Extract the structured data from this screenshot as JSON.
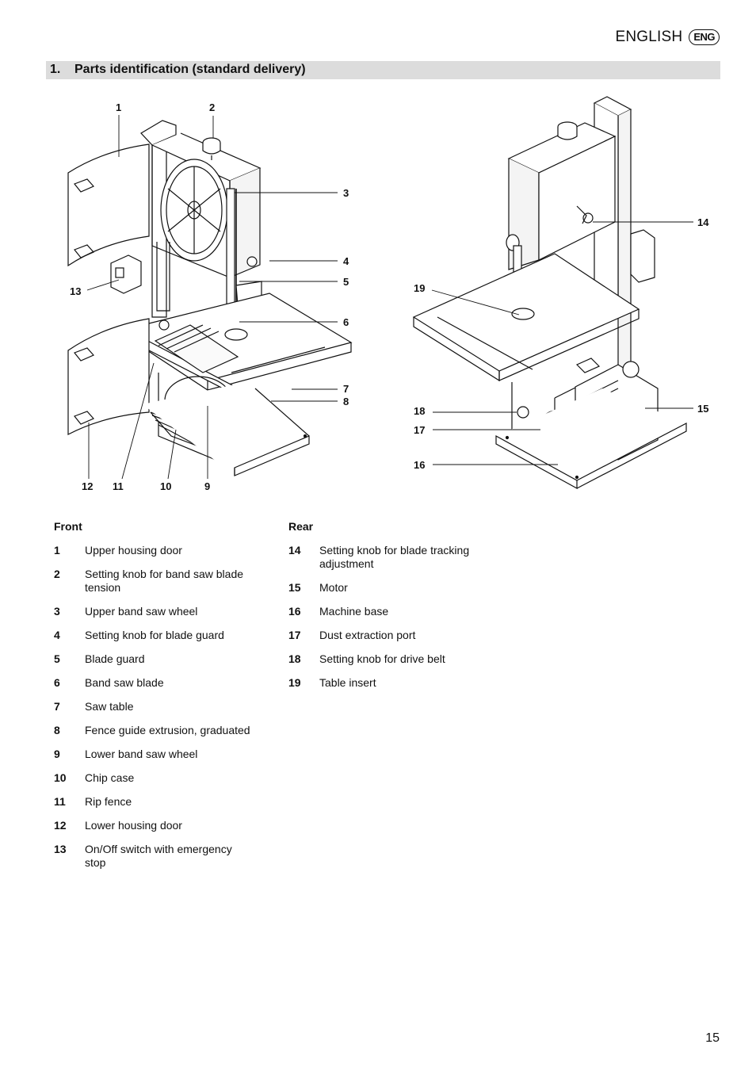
{
  "header": {
    "language": "ENGLISH",
    "badge": "ENG"
  },
  "section": {
    "number": "1.",
    "title": "Parts identification (standard delivery)"
  },
  "figure": {
    "front_callouts": [
      "1",
      "2",
      "3",
      "4",
      "5",
      "6",
      "7",
      "8",
      "9",
      "10",
      "11",
      "12",
      "13"
    ],
    "rear_callouts": [
      "14",
      "15",
      "16",
      "17",
      "18",
      "19"
    ]
  },
  "legend": {
    "front": {
      "heading": "Front",
      "items": [
        {
          "num": "1",
          "label": "Upper housing door"
        },
        {
          "num": "2",
          "label": "Setting knob for band saw blade tension"
        },
        {
          "num": "3",
          "label": "Upper band saw wheel"
        },
        {
          "num": "4",
          "label": "Setting knob for blade guard"
        },
        {
          "num": "5",
          "label": "Blade guard"
        },
        {
          "num": "6",
          "label": "Band saw blade"
        },
        {
          "num": "7",
          "label": "Saw table"
        },
        {
          "num": "8",
          "label": "Fence guide extrusion, graduated"
        },
        {
          "num": "9",
          "label": "Lower band saw wheel"
        },
        {
          "num": "10",
          "label": "Chip case"
        },
        {
          "num": "11",
          "label": "Rip fence"
        },
        {
          "num": "12",
          "label": "Lower housing door"
        },
        {
          "num": "13",
          "label": "On/Off switch with emergency stop"
        }
      ]
    },
    "rear": {
      "heading": "Rear",
      "items": [
        {
          "num": "14",
          "label": "Setting knob for blade tracking adjustment"
        },
        {
          "num": "15",
          "label": "Motor"
        },
        {
          "num": "16",
          "label": "Machine base"
        },
        {
          "num": "17",
          "label": "Dust extraction port"
        },
        {
          "num": "18",
          "label": "Setting knob for drive belt"
        },
        {
          "num": "19",
          "label": "Table insert"
        }
      ]
    }
  },
  "footer": {
    "page_number": "15"
  }
}
